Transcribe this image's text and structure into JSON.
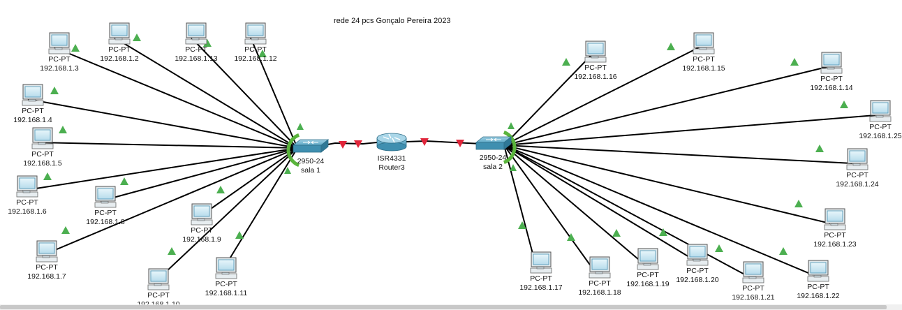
{
  "title_note": "rede 24 pcs Gonçalo Pereira 2023",
  "colors": {
    "link": "#000000",
    "link_up": "#4caf50",
    "link_down": "#e0253a",
    "port_ring": "#5ab43c",
    "device_blue": "#3f8fb0"
  },
  "router": {
    "id": "router3",
    "model": "ISR4331",
    "name": "Router3"
  },
  "switches": [
    {
      "id": "sala1",
      "model": "2950-24",
      "name": "sala 1"
    },
    {
      "id": "sala2",
      "model": "2950-24",
      "name": "sala 2"
    }
  ],
  "pcs": [
    {
      "id": "pc3",
      "model": "PC-PT",
      "ip": "192.168.1.3",
      "switch": "sala1"
    },
    {
      "id": "pc2",
      "model": "PC-PT",
      "ip": "192.168.1.2",
      "switch": "sala1"
    },
    {
      "id": "pc13",
      "model": "PC-PT",
      "ip": "192.168.1.13",
      "switch": "sala1"
    },
    {
      "id": "pc12",
      "model": "PC-PT",
      "ip": "192.168.1.12",
      "switch": "sala1"
    },
    {
      "id": "pc4",
      "model": "PC-PT",
      "ip": "192.168.1.4",
      "switch": "sala1"
    },
    {
      "id": "pc5",
      "model": "PC-PT",
      "ip": "192.168.1.5",
      "switch": "sala1"
    },
    {
      "id": "pc6",
      "model": "PC-PT",
      "ip": "192.168.1.6",
      "switch": "sala1"
    },
    {
      "id": "pc8",
      "model": "PC-PT",
      "ip": "192.168.1.8",
      "switch": "sala1"
    },
    {
      "id": "pc9",
      "model": "PC-PT",
      "ip": "192.168.1.9",
      "switch": "sala1"
    },
    {
      "id": "pc7",
      "model": "PC-PT",
      "ip": "192.168.1.7",
      "switch": "sala1"
    },
    {
      "id": "pc10",
      "model": "PC-PT",
      "ip": "192.168.1.10",
      "switch": "sala1"
    },
    {
      "id": "pc11",
      "model": "PC-PT",
      "ip": "192.168.1.11",
      "switch": "sala1"
    },
    {
      "id": "pc16",
      "model": "PC-PT",
      "ip": "192.168.1.16",
      "switch": "sala2"
    },
    {
      "id": "pc15",
      "model": "PC-PT",
      "ip": "192.168.1.15",
      "switch": "sala2"
    },
    {
      "id": "pc14",
      "model": "PC-PT",
      "ip": "192.168.1.14",
      "switch": "sala2"
    },
    {
      "id": "pc25",
      "model": "PC-PT",
      "ip": "192.168.1.25",
      "switch": "sala2"
    },
    {
      "id": "pc24",
      "model": "PC-PT",
      "ip": "192.168.1.24",
      "switch": "sala2"
    },
    {
      "id": "pc23",
      "model": "PC-PT",
      "ip": "192.168.1.23",
      "switch": "sala2"
    },
    {
      "id": "pc17",
      "model": "PC-PT",
      "ip": "192.168.1.17",
      "switch": "sala2"
    },
    {
      "id": "pc18",
      "model": "PC-PT",
      "ip": "192.168.1.18",
      "switch": "sala2"
    },
    {
      "id": "pc19",
      "model": "PC-PT",
      "ip": "192.168.1.19",
      "switch": "sala2"
    },
    {
      "id": "pc20",
      "model": "PC-PT",
      "ip": "192.168.1.20",
      "switch": "sala2"
    },
    {
      "id": "pc21",
      "model": "PC-PT",
      "ip": "192.168.1.21",
      "switch": "sala2"
    },
    {
      "id": "pc22",
      "model": "PC-PT",
      "ip": "192.168.1.22",
      "switch": "sala2"
    }
  ],
  "uplinks": [
    {
      "from": "sala1",
      "to": "router3",
      "status": "down"
    },
    {
      "from": "router3",
      "to": "sala2",
      "status": "down"
    }
  ]
}
